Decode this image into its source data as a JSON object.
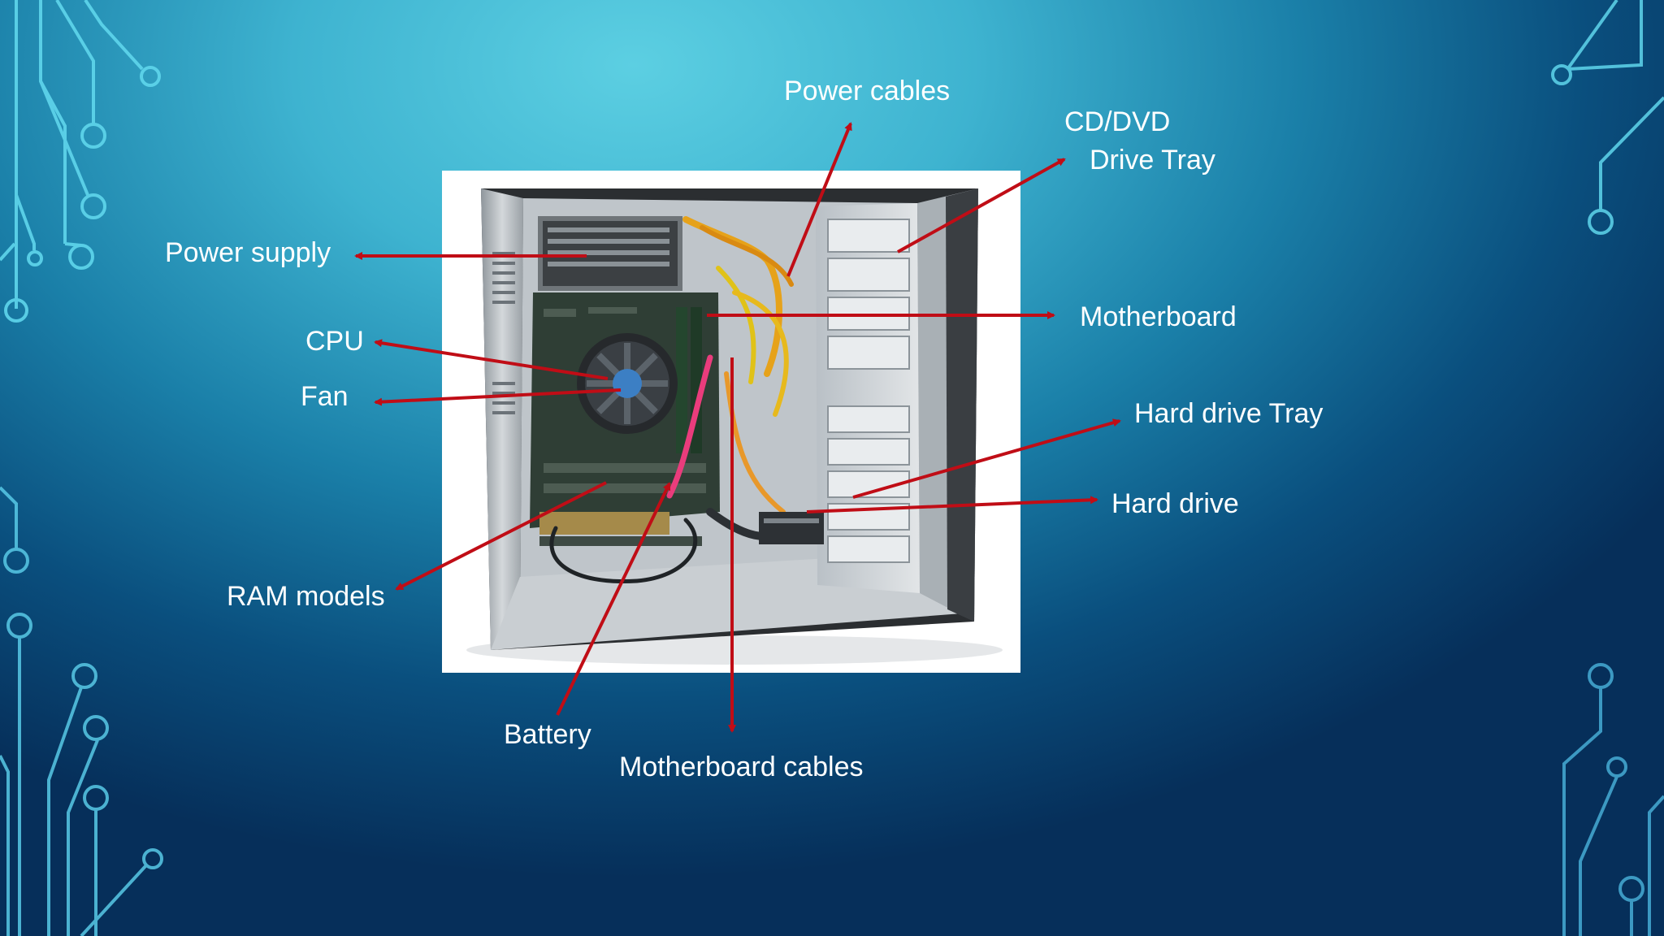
{
  "labels": {
    "power_cables": "Power cables",
    "cd_dvd": "CD/DVD",
    "drive_tray": "Drive Tray",
    "power_supply": "Power supply",
    "motherboard": "Motherboard",
    "cpu": "CPU",
    "fan": "Fan",
    "hard_drive_tray": "Hard drive Tray",
    "hard_drive": "Hard drive",
    "ram_models": "RAM models",
    "battery": "Battery",
    "motherboard_cables": "Motherboard cables"
  },
  "colors": {
    "arrow": "#c00d16",
    "label_text": "#ffffff",
    "circuit_left": "#5fd6ec",
    "circuit_right": "#5fd6ec"
  }
}
